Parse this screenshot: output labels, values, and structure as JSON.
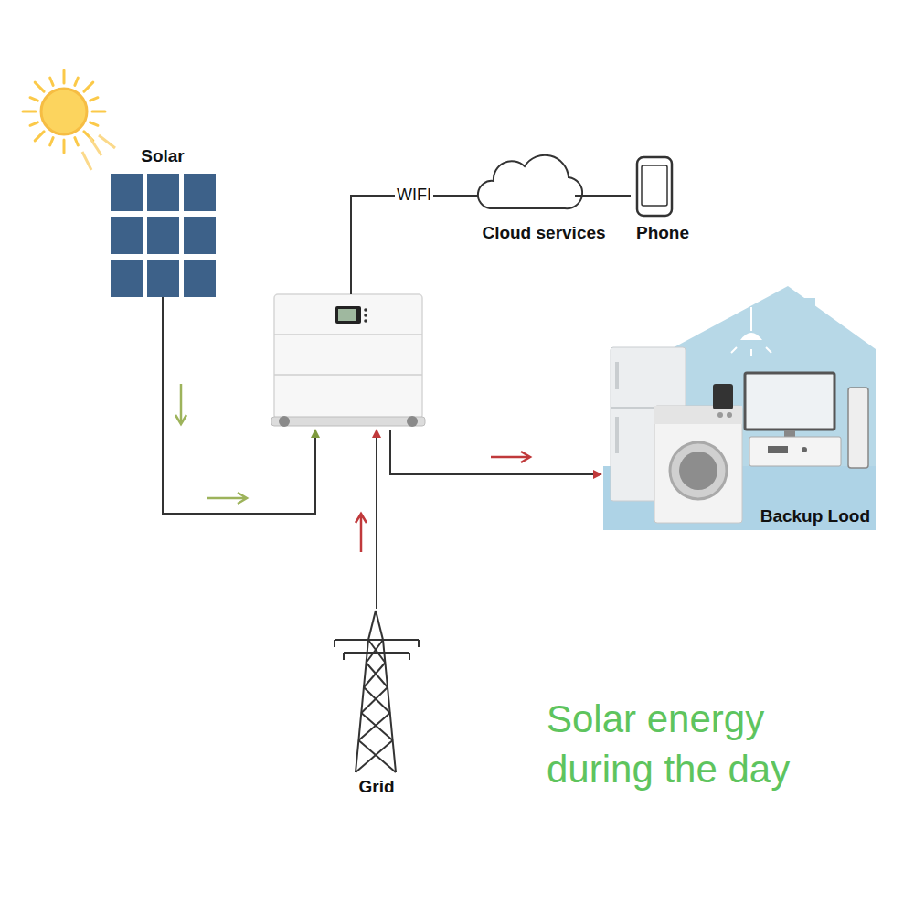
{
  "diagram": {
    "title": "Solar energy during the day",
    "nodes": [
      {
        "text": [
          "Solar"
        ]
      },
      {
        "text": []
      },
      {
        "text": [
          "Cloud services"
        ]
      },
      {
        "text": [
          "Phone"
        ]
      },
      {
        "text": [
          "Backup Lood"
        ]
      },
      {
        "text": [
          "Grid"
        ]
      }
    ],
    "edges": [
      {
        "from": 0,
        "to": 1,
        "arrow": "to"
      },
      {
        "from": 5,
        "to": 1,
        "arrow": "to"
      },
      {
        "from": 1,
        "to": 4,
        "arrow": "to"
      },
      {
        "from": 1,
        "to": 2,
        "label": "WIFI",
        "arrow": "none"
      },
      {
        "from": 2,
        "to": 3,
        "arrow": "none"
      }
    ]
  }
}
